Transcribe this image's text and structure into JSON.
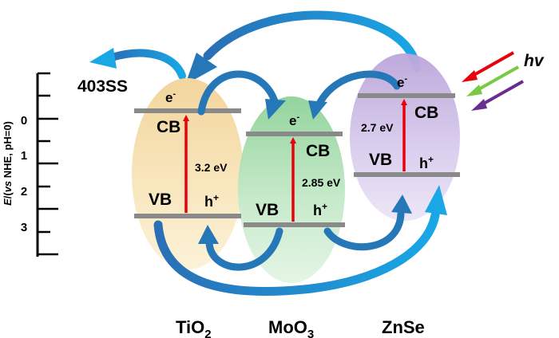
{
  "axis": {
    "label_italic": "E",
    "label_mid": "/(",
    "label_vs": "vs",
    "label_rest": " NHE, pH=0)",
    "ticks": [
      "0",
      "1",
      "2",
      "3"
    ]
  },
  "reference_label": "403SS",
  "light_label": "hv",
  "semiconductors": [
    {
      "name_base": "TiO",
      "name_sub": "2",
      "band_gap": "3.2 eV",
      "cb_label": "CB",
      "vb_label": "VB",
      "electron": "e",
      "electron_sup": "-",
      "hole": "h",
      "hole_sup": "+",
      "color_top": "#f3d9a4",
      "color_bottom": "#fbefcf"
    },
    {
      "name_base": "MoO",
      "name_sub": "3",
      "band_gap": "2.85 eV",
      "cb_label": "CB",
      "vb_label": "VB",
      "electron": "e",
      "electron_sup": "-",
      "hole": "h",
      "hole_sup": "+",
      "color_top": "#9fd8a6",
      "color_bottom": "#dff3e0"
    },
    {
      "name_base": "ZnSe",
      "name_sub": "",
      "band_gap": "2.7 eV",
      "cb_label": "CB",
      "vb_label": "VB",
      "electron": "e",
      "electron_sup": "-",
      "hole": "h",
      "hole_sup": "+",
      "color_top": "#c6b4e0",
      "color_bottom": "#e6ddf3"
    }
  ],
  "colors": {
    "band_line": "#8a8a8a",
    "excitation_arrow": "#e8000b",
    "transfer_arrow": "#1a9ae0",
    "transfer_arrow_dark": "#2577b8",
    "light_red": "#e8000b",
    "light_green": "#7ac943",
    "light_purple": "#6a2c91"
  }
}
